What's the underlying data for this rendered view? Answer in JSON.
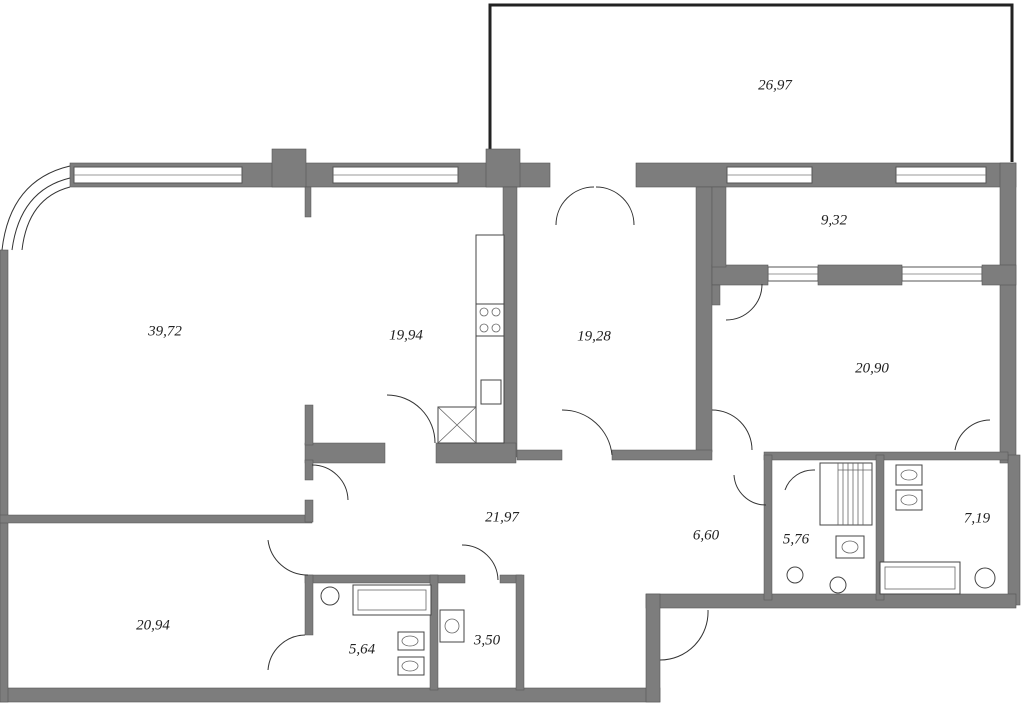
{
  "rooms": [
    {
      "id": "living",
      "area": "39,72"
    },
    {
      "id": "kitchen",
      "area": "19,94"
    },
    {
      "id": "terrace",
      "area": "26,97"
    },
    {
      "id": "dining",
      "area": "19,28"
    },
    {
      "id": "loggia",
      "area": "9,32"
    },
    {
      "id": "bedroom-east",
      "area": "20,90"
    },
    {
      "id": "hall",
      "area": "21,97"
    },
    {
      "id": "corridor",
      "area": "6,60"
    },
    {
      "id": "bath-center",
      "area": "5,76"
    },
    {
      "id": "bath-east",
      "area": "7,19"
    },
    {
      "id": "bedroom-west",
      "area": "20,94"
    },
    {
      "id": "bath-west",
      "area": "5,64"
    },
    {
      "id": "wc",
      "area": "3,50"
    }
  ],
  "colors": {
    "wall": "#7d7d7d",
    "background": "#ffffff",
    "line": "#222222"
  }
}
